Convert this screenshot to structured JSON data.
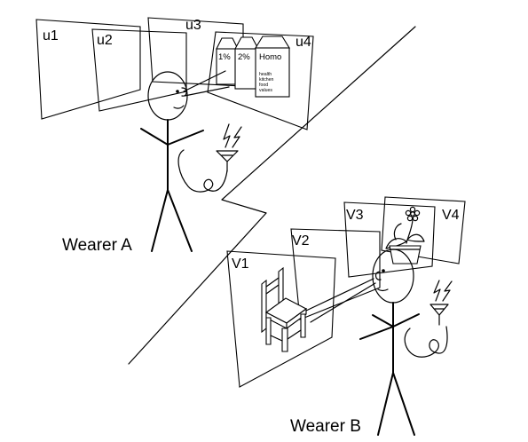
{
  "wearer_a": {
    "label": "Wearer A",
    "views": [
      "u1",
      "u2",
      "u3",
      "u4"
    ],
    "cartons": [
      "1%",
      "2%",
      "Homo"
    ],
    "carton_fine_print": [
      "health",
      "kitchen",
      "food",
      "values"
    ]
  },
  "wearer_b": {
    "label": "Wearer B",
    "views": [
      "V1",
      "V2",
      "V3",
      "V4"
    ]
  },
  "colors": {
    "ink": "#000000",
    "background": "#ffffff"
  },
  "icons": [
    "antenna-icon",
    "lightning-bolt-icon",
    "chair-icon",
    "flower-pot-icon",
    "milk-carton-icon"
  ]
}
